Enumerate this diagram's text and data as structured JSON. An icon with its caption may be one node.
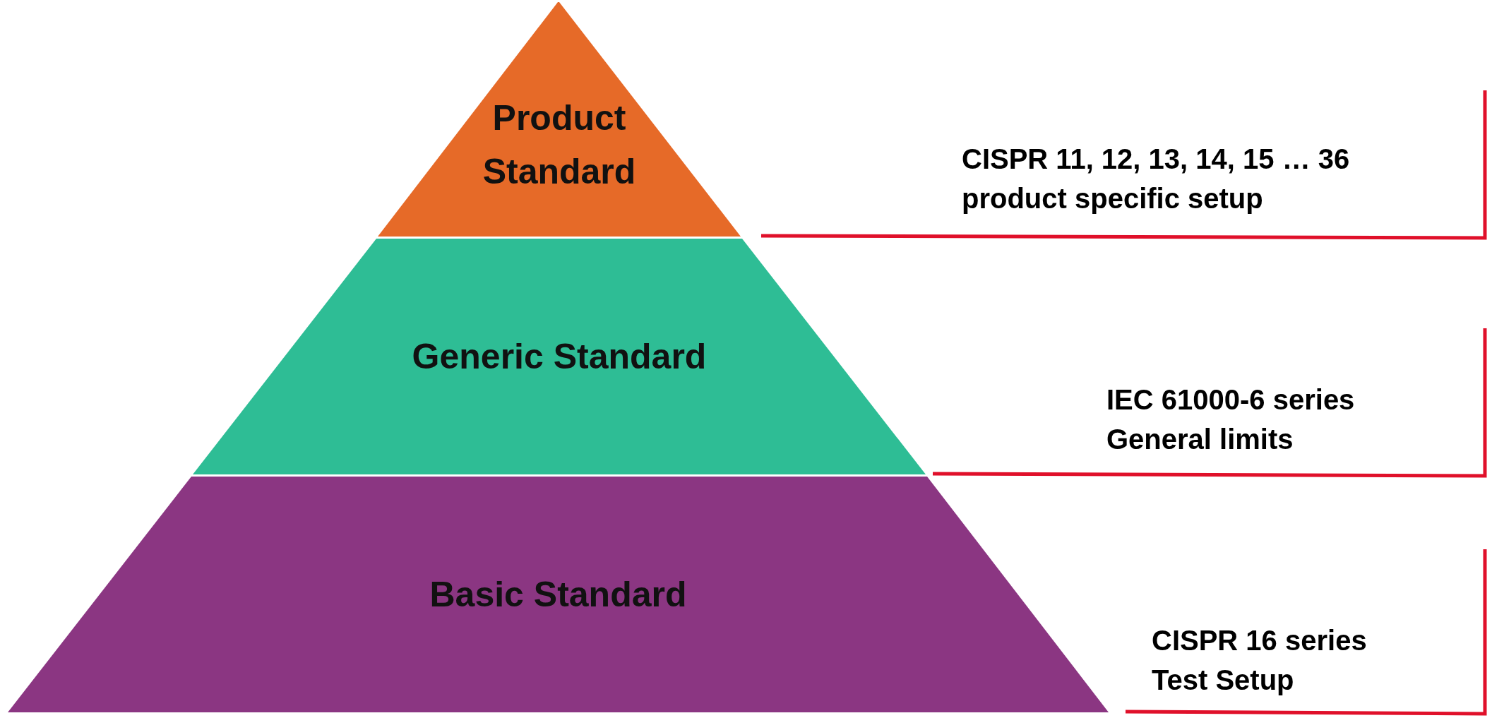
{
  "diagram": {
    "nodes": [
      {
        "text": [
          "Product Standard"
        ],
        "beside": [
          "CISPR 11, 12, 13, 14, 15 … 36",
          "product specific setup"
        ]
      },
      {
        "text": [
          "Generic Standard"
        ],
        "beside": [
          "IEC 61000-6 series",
          "General limits"
        ]
      },
      {
        "text": [
          "Basic Standard"
        ],
        "beside": [
          "CISPR 16 series",
          "Test Setup"
        ]
      }
    ]
  }
}
